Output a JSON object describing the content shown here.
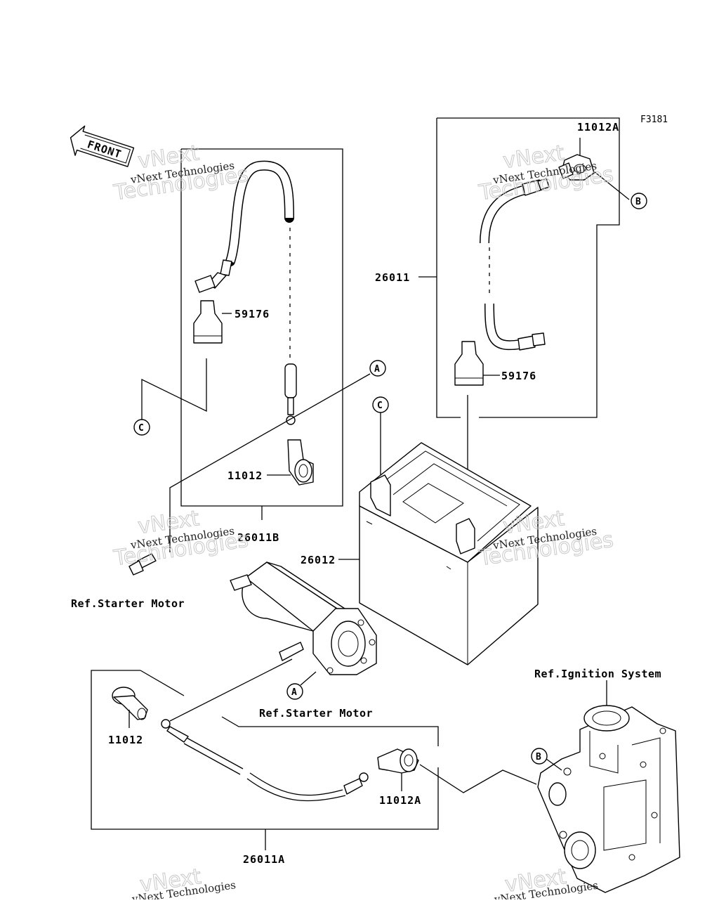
{
  "figure_code": "F3181",
  "watermark": {
    "line1": "vNext",
    "line2": "Technologies",
    "small": "vNext Technologies"
  },
  "front_arrow": "FRONT",
  "callouts": {
    "p11012A_top": "11012A",
    "p26011": "26011",
    "p59176_left": "59176",
    "p59176_right": "59176",
    "p11012_left": "11012",
    "p26011B": "26011B",
    "p26012": "26012",
    "p11012_bottom": "11012",
    "p11012A_bottom": "11012A",
    "p26011A": "26011A"
  },
  "refs": {
    "ref_starter_motor_left": "Ref.Starter Motor",
    "ref_starter_motor_center": "Ref.Starter Motor",
    "ref_ignition_system": "Ref.Ignition System"
  },
  "markers": {
    "A1": "A",
    "A2": "A",
    "B1": "B",
    "B2": "B",
    "C1": "C",
    "C2": "C"
  }
}
